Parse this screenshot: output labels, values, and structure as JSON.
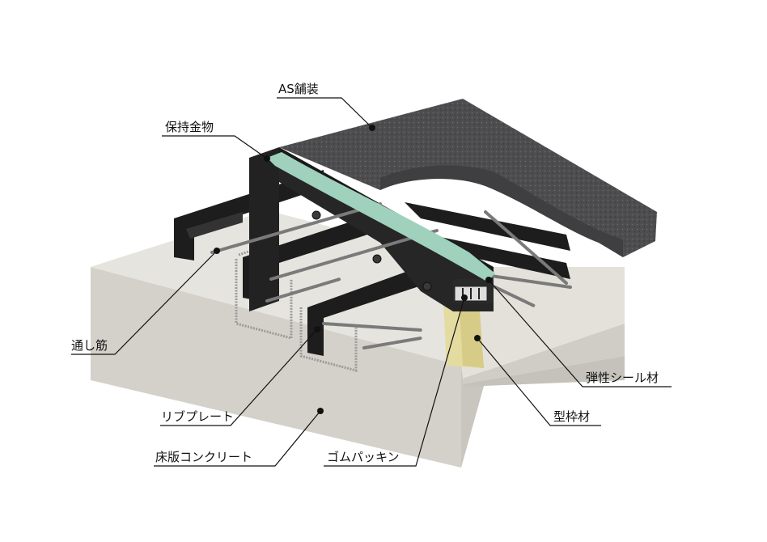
{
  "labels": {
    "as_pavement": "AS舗装",
    "retaining_bracket": "保持金物",
    "through_rebar": "通し筋",
    "rib_plate": "リブプレート",
    "slab_concrete": "床版コンクリート",
    "rubber_packing": "ゴムパッキン",
    "form_material": "型枠材",
    "elastic_sealant": "弾性シール材"
  },
  "colors": {
    "background": "#ffffff",
    "concrete": "#dcdad3",
    "asphalt": "#4d4d4f",
    "steel": "#1d1d1d",
    "sealant": "#9fd1bd",
    "form_material": "#e4dba0",
    "rebar": "#8a8a8a",
    "leader_line": "#111111"
  }
}
